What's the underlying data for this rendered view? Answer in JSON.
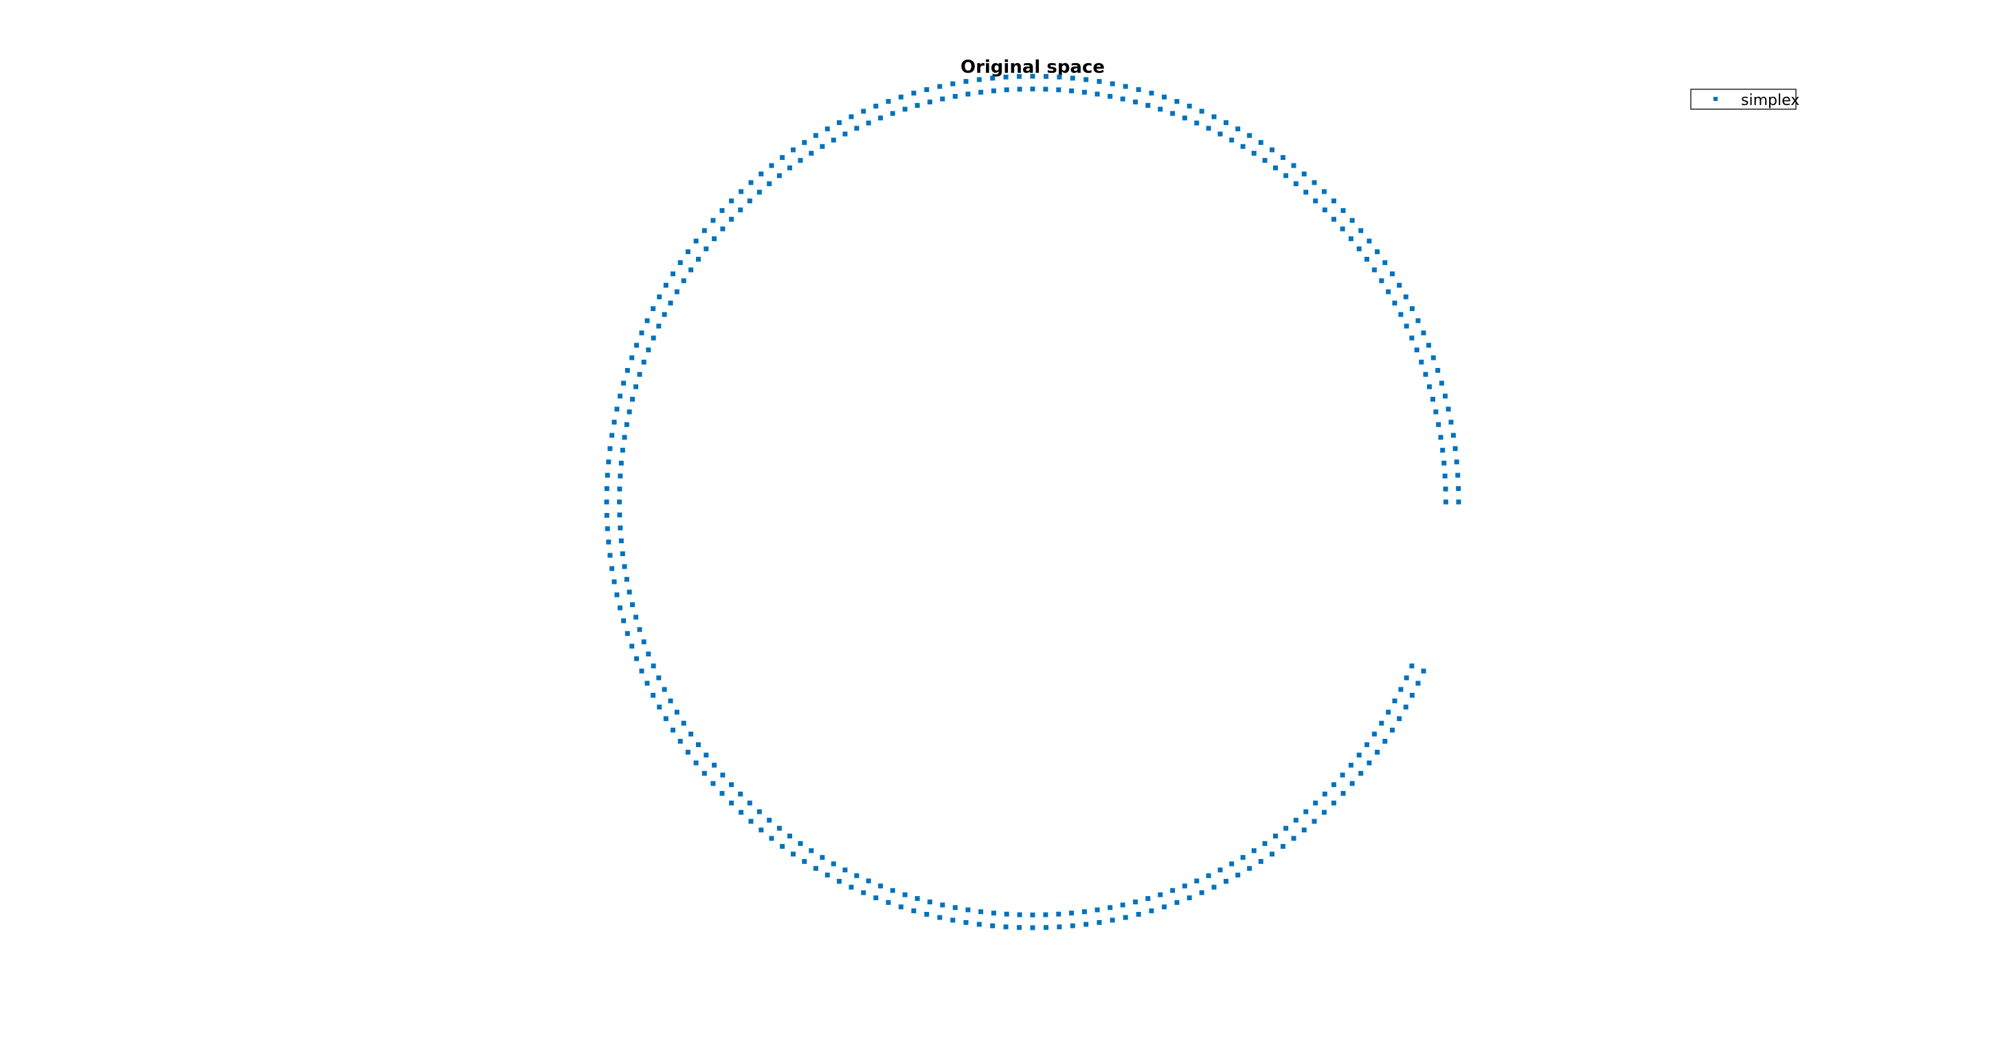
{
  "chart_data": {
    "type": "scatter",
    "title": "Original space",
    "xlabel": "",
    "ylabel": "",
    "axes_visible": false,
    "grid": false,
    "equal_aspect": true,
    "xlim": [
      -1.15,
      1.15
    ],
    "ylim": [
      -1.05,
      1.05
    ],
    "legend": {
      "placement": "top-right",
      "entries": [
        "simplex"
      ]
    },
    "series": [
      {
        "name": "simplex",
        "color": "#0072BD",
        "marker": "point",
        "rings": [
          {
            "radius": 1.0,
            "points": 200,
            "gap_deg": [
              -22,
              0
            ]
          },
          {
            "radius": 0.97,
            "points": 200,
            "gap_deg": [
              -22,
              0
            ]
          }
        ]
      }
    ]
  }
}
